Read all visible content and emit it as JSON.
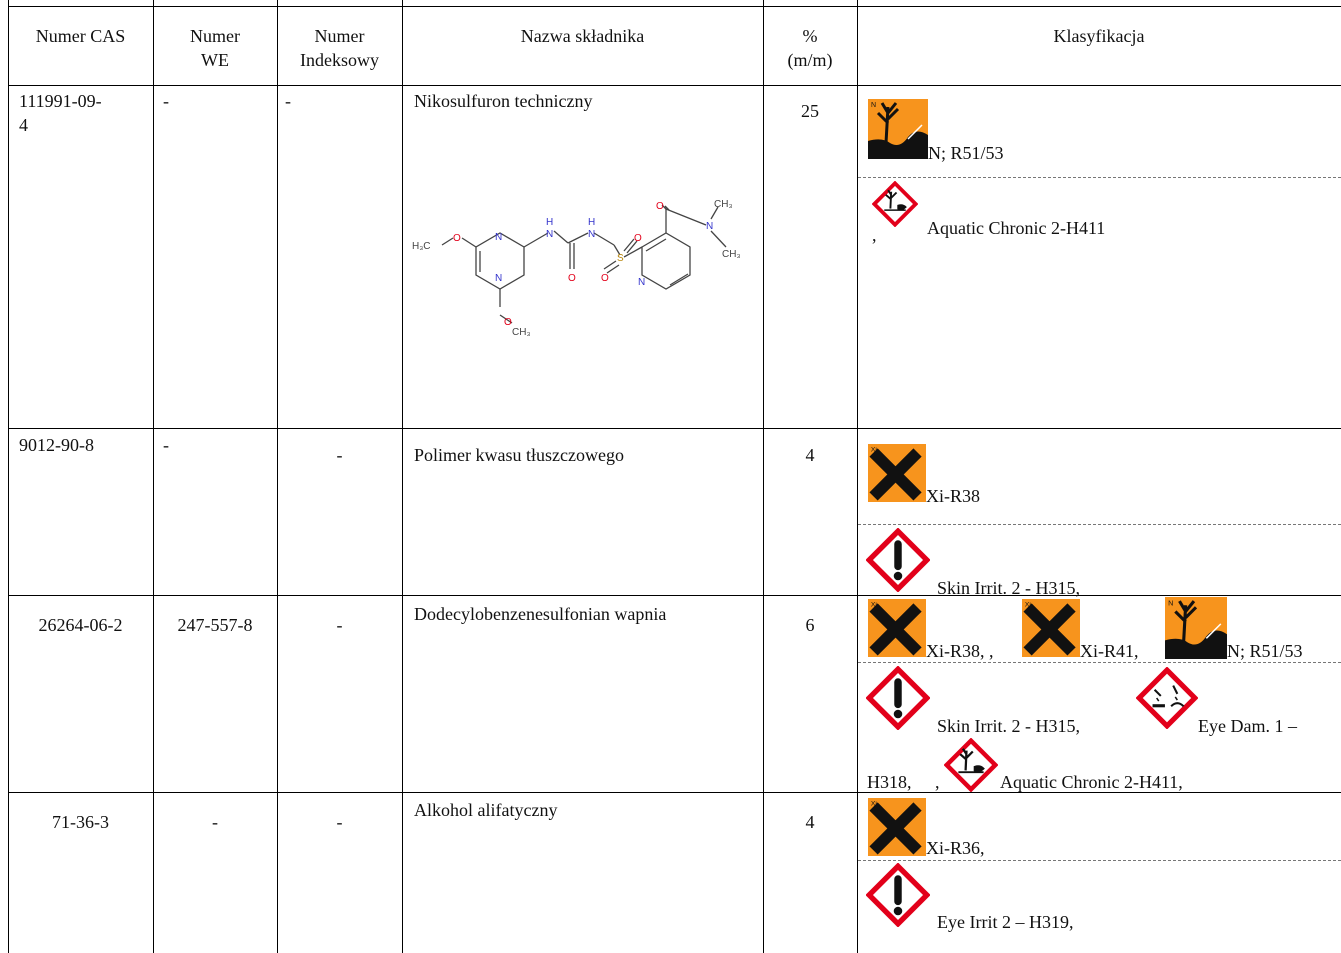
{
  "headers": {
    "cas": "Numer CAS",
    "we": [
      "Numer",
      "WE"
    ],
    "index": [
      "Numer",
      "Indeksowy"
    ],
    "name": "Nazwa składnika",
    "percent": [
      "%",
      "(m/m)"
    ],
    "classification": "Klasyfikacja"
  },
  "rows": [
    {
      "cas": [
        "111991-09-",
        "4"
      ],
      "we": "-",
      "index": "-",
      "name": "Nikosulfuron techniczny",
      "percent": "25",
      "dsd": [
        {
          "text": "N; R51/53"
        }
      ],
      "clp": [
        {
          "prefix": ",",
          "text": "Aquatic Chronic 2-H411"
        }
      ],
      "structure_labels": {
        "h3c": "H₃C",
        "o1": "O",
        "o2": "O",
        "n1": "N",
        "n2": "N",
        "nh1": [
          "H",
          "N"
        ],
        "nh2": [
          "H",
          "N"
        ],
        "o_urea": "O",
        "s": "S",
        "o_s1": "O",
        "o_s2": "O",
        "o_amide": "O",
        "n_amide": "N",
        "ch3_a": "CH₃",
        "ch3_b": "CH₃",
        "n_pyr": "N",
        "ch3_c": "CH₃"
      }
    },
    {
      "cas": [
        "9012-90-8"
      ],
      "we": "-",
      "index": "-",
      "name": "Polimer kwasu tłuszczowego",
      "percent": "4",
      "dsd": [
        {
          "text": "Xi-R38"
        }
      ],
      "clp": [
        {
          "text": "Skin Irrit. 2 - H315,"
        }
      ]
    },
    {
      "cas": [
        "26264-06-2"
      ],
      "we": "247-557-8",
      "index": "-",
      "name": "Dodecylobenzenesulfonian wapnia",
      "percent": "6",
      "dsd": [
        {
          "text": "Xi-R38, ,"
        },
        {
          "text": "Xi-R41,"
        },
        {
          "text": "N; R51/53"
        }
      ],
      "clp": [
        {
          "text": "Skin Irrit. 2 - H315,"
        },
        {
          "text": "Eye Dam. 1 –"
        },
        {
          "text": "H318,"
        },
        {
          "prefix": ",",
          "text": "Aquatic Chronic 2-H411,"
        }
      ]
    },
    {
      "cas": [
        "71-36-3"
      ],
      "we": "-",
      "index": "-",
      "name": "Alkohol alifatyczny",
      "percent": "4",
      "dsd": [
        {
          "text": "Xi-R36,"
        }
      ],
      "clp": [
        {
          "text": "Eye Irrit 2 – H319,"
        }
      ]
    }
  ],
  "pictograms": {
    "xi_label": "Xi",
    "orange": "#f7941d",
    "red": "#e2001a"
  }
}
